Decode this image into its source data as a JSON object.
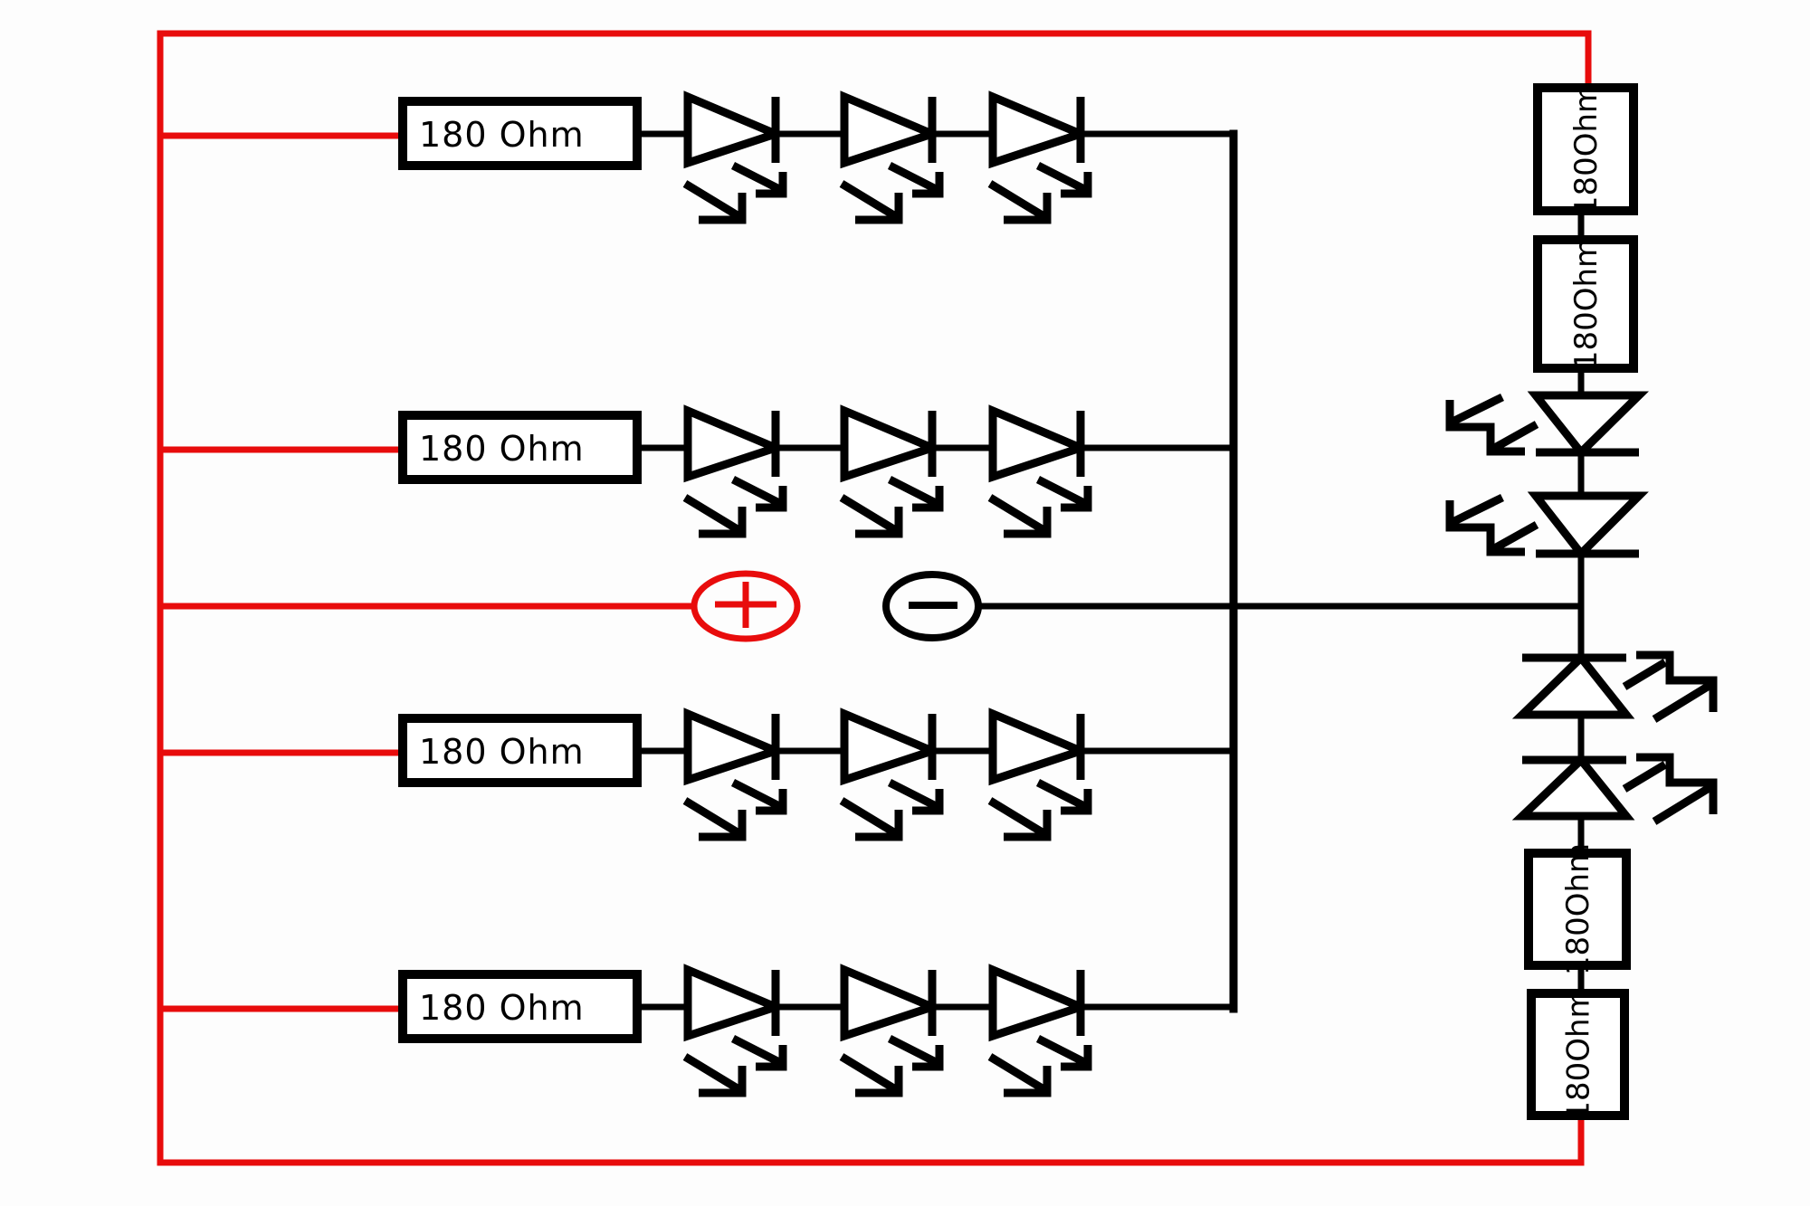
{
  "diagram": {
    "title": "LED array wiring schematic",
    "colors": {
      "positive_wire": "#e80c0c",
      "negative_wire": "#000000",
      "background": "#fdfdfd"
    },
    "power_source": {
      "positive_terminal": {
        "symbol": "+",
        "icon": "plus-terminal-icon",
        "color": "#e80c0c"
      },
      "negative_terminal": {
        "symbol": "−",
        "icon": "minus-terminal-icon",
        "color": "#000000"
      }
    },
    "left_branches": [
      {
        "resistor_label": "180 Ohm",
        "led_count": 3
      },
      {
        "resistor_label": "180 Ohm",
        "led_count": 3
      },
      {
        "resistor_label": "180 Ohm",
        "led_count": 3
      },
      {
        "resistor_label": "180 Ohm",
        "led_count": 3
      }
    ],
    "right_column": {
      "upper_resistors": [
        "180Ohm",
        "180Ohm"
      ],
      "upper_leds": {
        "count": 2,
        "direction": "down",
        "light_arrows": "left"
      },
      "lower_leds": {
        "count": 2,
        "direction": "up",
        "light_arrows": "right"
      },
      "lower_resistors": [
        "180Ohm",
        "180Ohm"
      ]
    }
  }
}
